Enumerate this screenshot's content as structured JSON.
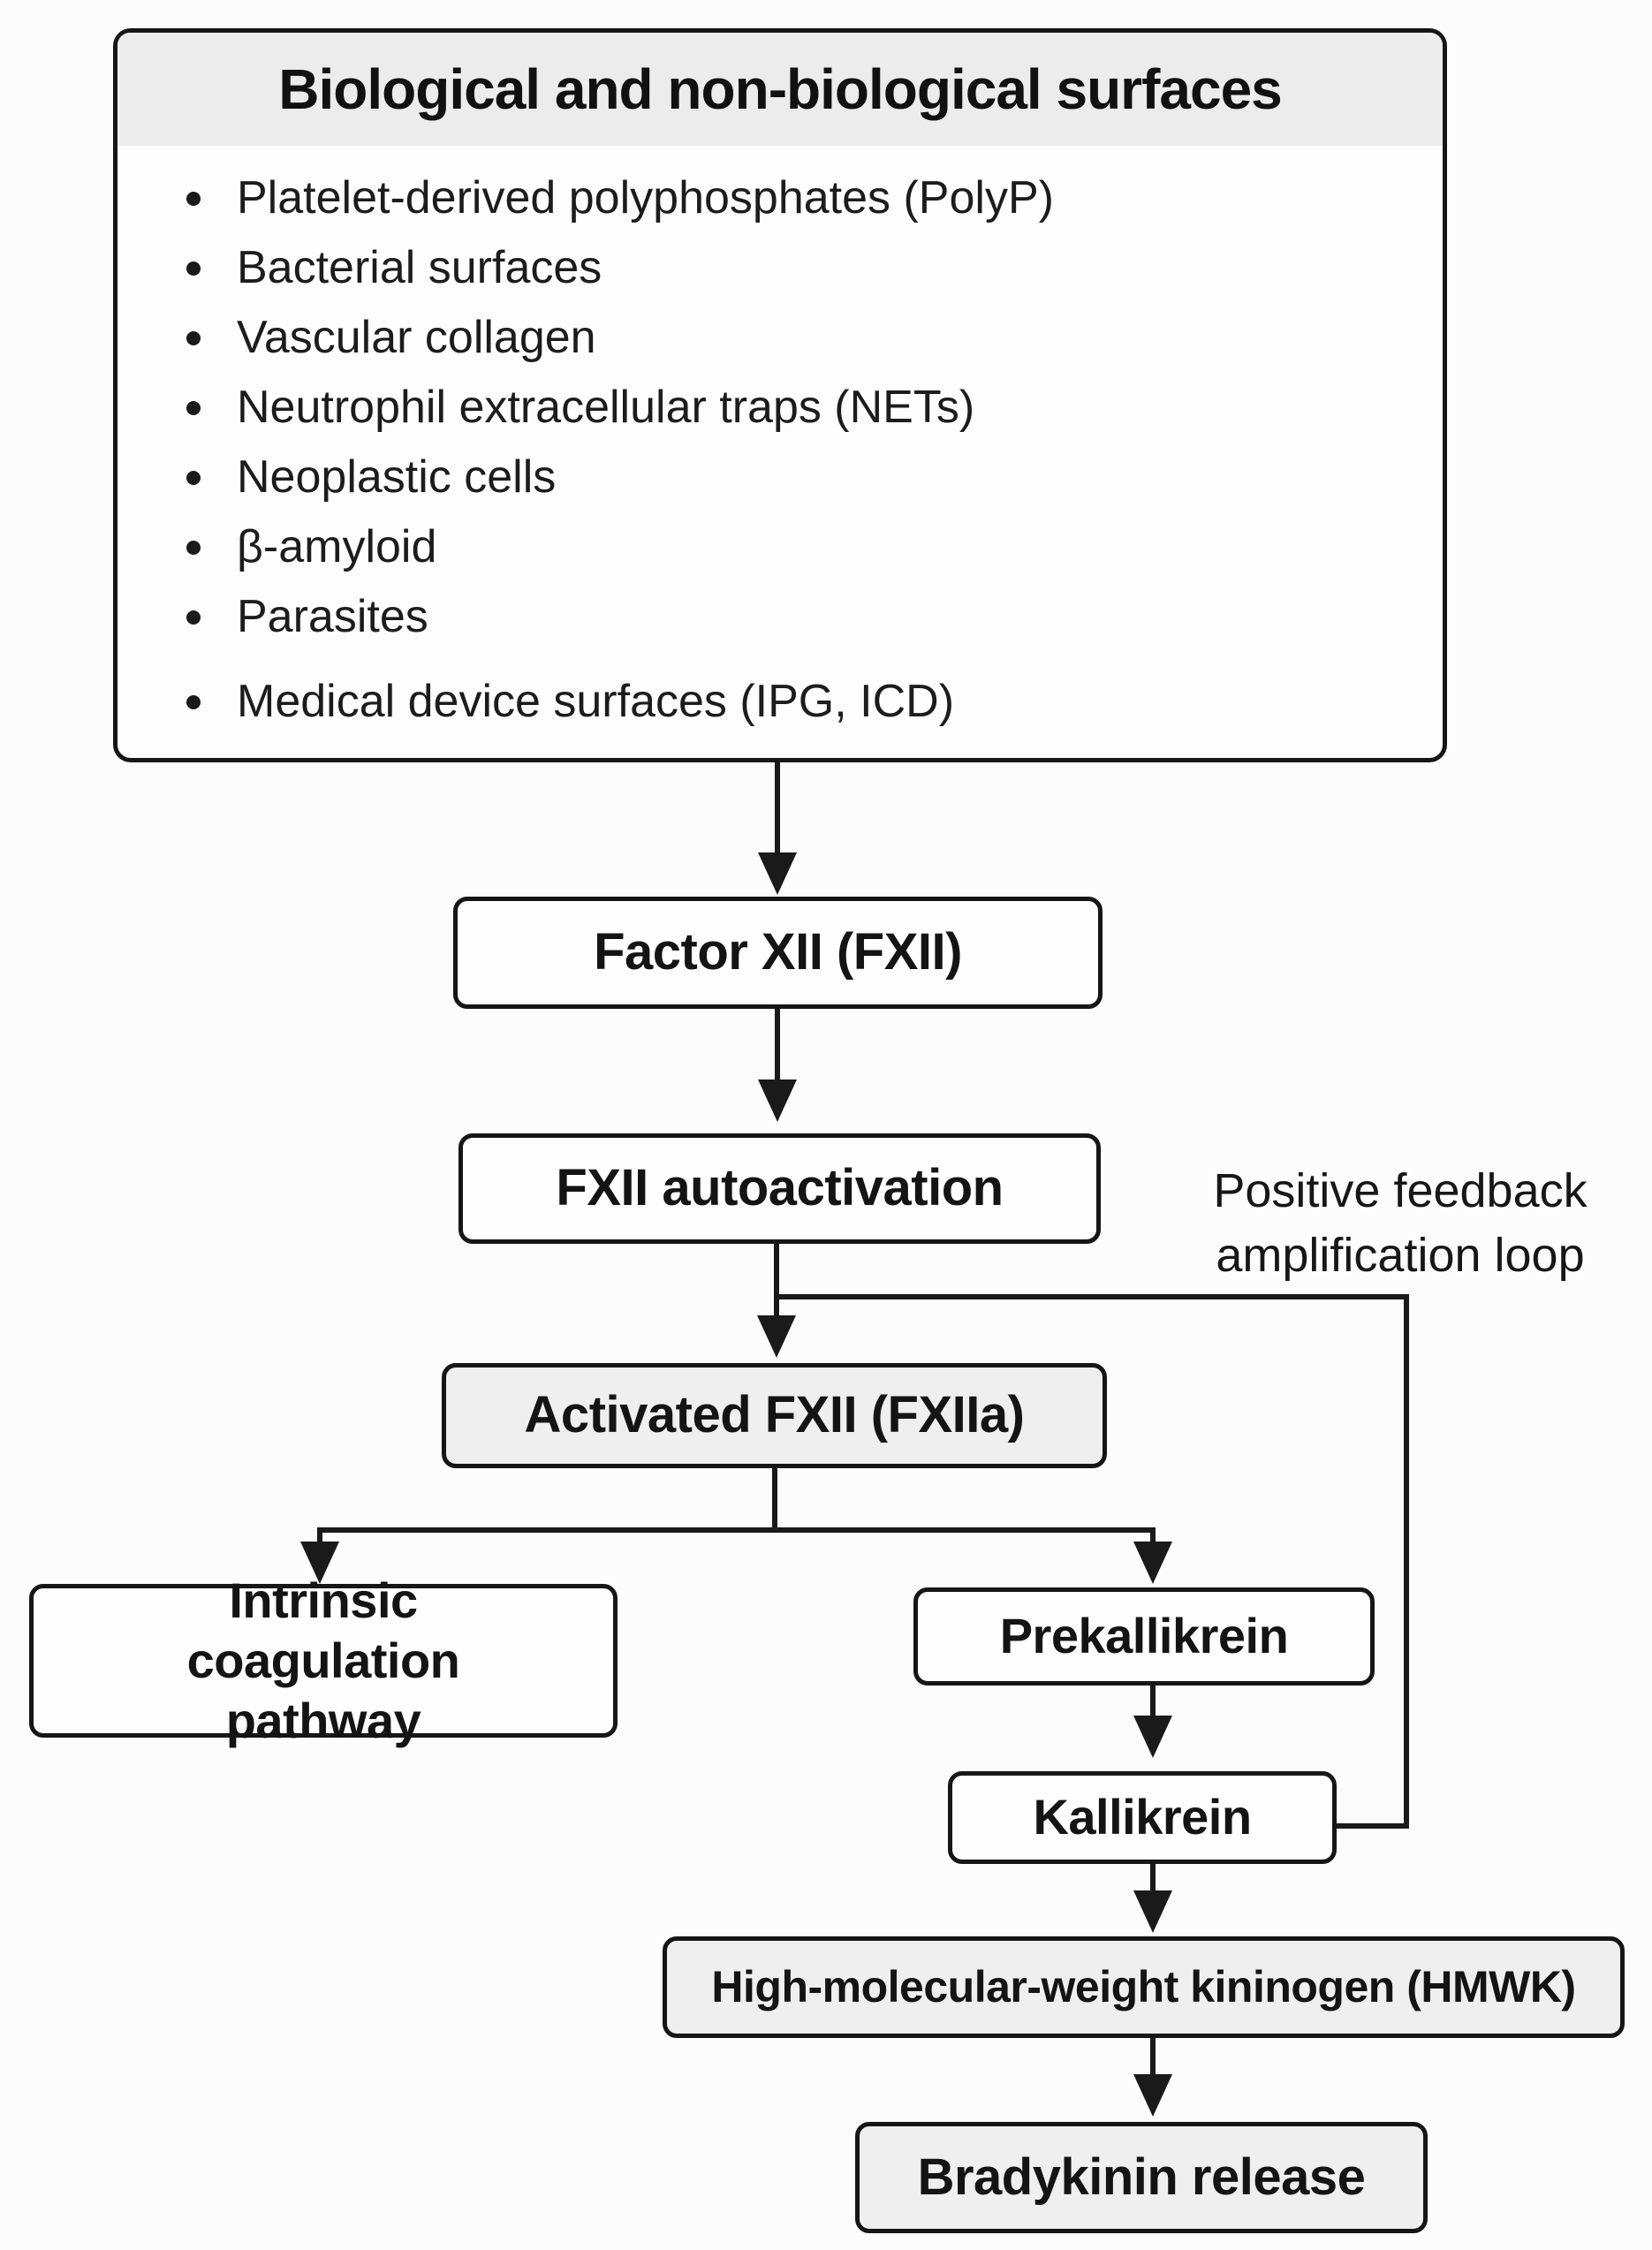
{
  "surfaces_box": {
    "title": "Biological and non-biological surfaces",
    "items": [
      "Platelet-derived polyphosphates (PolyP)",
      "Bacterial surfaces",
      "Vascular collagen",
      "Neutrophil extracellular traps (NETs)",
      "Neoplastic cells",
      "β-amyloid",
      "Parasites",
      "Medical device surfaces (IPG, ICD)"
    ]
  },
  "nodes": {
    "factor_xii": {
      "label": "Factor XII (FXII)"
    },
    "fxii_autoactivation": {
      "label": "FXII autoactivation"
    },
    "activated_fxii": {
      "label": "Activated FXII (FXIIa)"
    },
    "intrinsic_pathway": {
      "label": "Intrinsic coagulation pathway"
    },
    "prekallikrein": {
      "label": "Prekallikrein"
    },
    "kallikrein": {
      "label": "Kallikrein"
    },
    "hmwk": {
      "label": "High-molecular-weight kininogen (HMWK)"
    },
    "bradykinin": {
      "label": "Bradykinin release"
    }
  },
  "annotations": {
    "feedback_loop": {
      "line1": "Positive feedback",
      "line2": "amplification loop"
    }
  },
  "colors": {
    "border": "#161616",
    "gray_fill": "#efefef",
    "white_fill": "#fefefe",
    "header_fill": "#ececec",
    "background": "#fcfcfc",
    "text": "#1a1a1a"
  }
}
